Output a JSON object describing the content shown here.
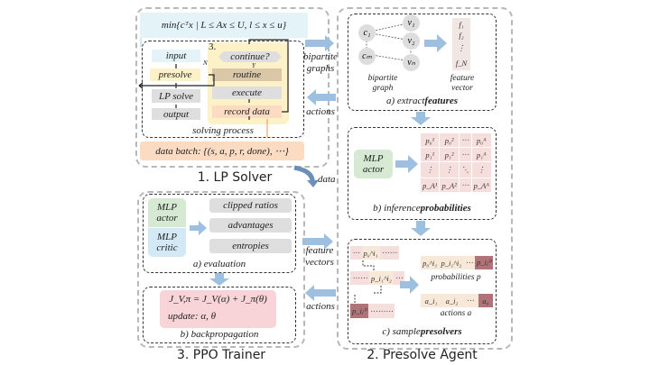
{
  "lp_solver": {
    "title": "1. LP Solver",
    "formula": "min{cᵀx | L ≤ Ax ≤ U, l ≤ x ≤ u}",
    "formula_sub": "x",
    "steps": [
      "input",
      "presolve",
      "LP solve",
      "output"
    ],
    "loop_number": "3.",
    "loop": [
      "continue?",
      "routine",
      "execute",
      "record data"
    ],
    "no_label": "N",
    "yes_label": "Y",
    "solving_process": "solving process",
    "data_batch": "data batch: {(s, a, p, r, done), ⋯}"
  },
  "connectors": {
    "bipartite_graphs": "bipartite graphs",
    "actions_top": "actions",
    "data": "data",
    "feature_vectors": "feature vectors",
    "actions_bottom": "actions"
  },
  "presolve_agent": {
    "title": "2. Presolve Agent",
    "extract": {
      "constraint_nodes": [
        "c₁",
        "cₘ"
      ],
      "variable_nodes": [
        "v₁",
        "v₂",
        "vₙ"
      ],
      "graph_label": "bipartite graph",
      "features": [
        "f₁",
        "f₂",
        "⋮",
        "f_N"
      ],
      "vector_label": "feature vector",
      "caption_prefix": "a) extract ",
      "caption_bold": "features"
    },
    "inference": {
      "actor": "MLP actor",
      "matrix": [
        [
          "p₀¹",
          "p₀²",
          "⋯",
          "p₀ᴬ"
        ],
        [
          "p₁¹",
          "p₁²",
          "⋯",
          "p₁ᴬ"
        ],
        [
          "⋮",
          "⋮",
          "⋱",
          "⋮"
        ],
        [
          "p_A¹",
          "p_A²",
          "⋯",
          "p_Aᴬ"
        ]
      ],
      "caption_prefix": "b) inference ",
      "caption_bold": "probabilities"
    },
    "sample": {
      "rows": [
        [
          "⋯",
          "p₀^i₁",
          "⋯⋯"
        ],
        [
          "⋯⋯",
          "p_i₁^i₂",
          "⋯"
        ],
        [
          "p_iⱼ⁰",
          "⋯⋯⋯"
        ]
      ],
      "probs": [
        "p₀^i₁",
        "p_i₁^i₂",
        "⋯",
        "p_iⱼ⁰"
      ],
      "probs_label": "probabilities p",
      "actions": [
        "a_i₁",
        "a_i₂",
        "⋯",
        "a₀"
      ],
      "actions_label": "actions a",
      "caption_prefix": "c) sample ",
      "caption_bold": "presolvers"
    }
  },
  "ppo_trainer": {
    "title": "3. PPO Trainer",
    "actor": "MLP actor",
    "critic": "MLP critic",
    "metrics": [
      "clipped ratios",
      "advantages",
      "entropies"
    ],
    "evaluation": "a) evaluation",
    "loss": "J_V,π = J_V(α) + J_π(θ)",
    "update": "update: α, θ",
    "backprop": "b) backpropagation"
  },
  "colors": {
    "blue_arrow": "#9dbfe0",
    "light_blue": "#e3f3f8",
    "yellow": "#fdf1c8",
    "peach": "#fbdcc3",
    "gray": "#dedede",
    "green": "#d6ead3",
    "pink": "#f8d3d8",
    "dark_red": "#b07377"
  }
}
